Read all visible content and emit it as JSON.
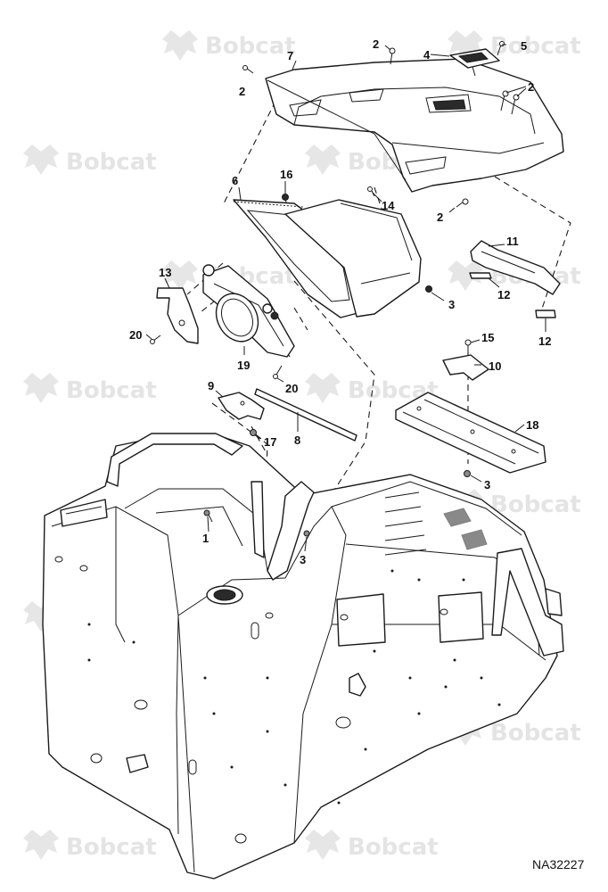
{
  "watermark": {
    "brand": "Bobcat"
  },
  "drawing_number": "NA32227",
  "callouts": [
    {
      "id": "c1",
      "text": "1"
    },
    {
      "id": "c2a",
      "text": "2"
    },
    {
      "id": "c2b",
      "text": "2"
    },
    {
      "id": "c2c",
      "text": "2"
    },
    {
      "id": "c2d",
      "text": "2"
    },
    {
      "id": "c3a",
      "text": "3"
    },
    {
      "id": "c3b",
      "text": "3"
    },
    {
      "id": "c3c",
      "text": "3"
    },
    {
      "id": "c4",
      "text": "4"
    },
    {
      "id": "c5",
      "text": "5"
    },
    {
      "id": "c6",
      "text": "6"
    },
    {
      "id": "c7",
      "text": "7"
    },
    {
      "id": "c8",
      "text": "8"
    },
    {
      "id": "c9",
      "text": "9"
    },
    {
      "id": "c10",
      "text": "10"
    },
    {
      "id": "c11",
      "text": "11"
    },
    {
      "id": "c12a",
      "text": "12"
    },
    {
      "id": "c12b",
      "text": "12"
    },
    {
      "id": "c13",
      "text": "13"
    },
    {
      "id": "c14",
      "text": "14"
    },
    {
      "id": "c15",
      "text": "15"
    },
    {
      "id": "c16",
      "text": "16"
    },
    {
      "id": "c17",
      "text": "17"
    },
    {
      "id": "c18",
      "text": "18"
    },
    {
      "id": "c19",
      "text": "19"
    },
    {
      "id": "c20a",
      "text": "20"
    },
    {
      "id": "c20b",
      "text": "20"
    }
  ]
}
